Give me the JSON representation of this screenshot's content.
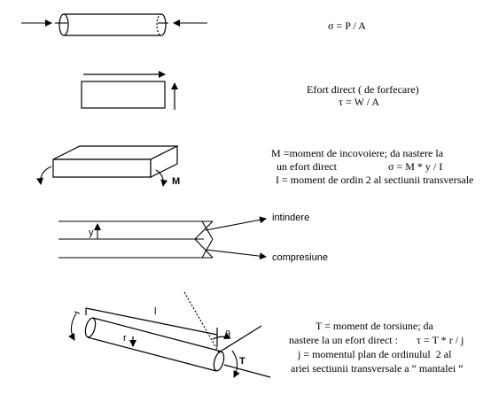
{
  "axial": {
    "formula": "σ = P / A"
  },
  "shear": {
    "title": "Efort direct ( de forfecare)",
    "formula": "τ = W / A"
  },
  "bending": {
    "line1": "M =moment de incovoiere; da nastere la",
    "line2_text": "un efort direct",
    "line2_formula": "σ = M * y / I",
    "line3": "I = moment de ordin 2 al sectiunii transversale",
    "moment_label": "M"
  },
  "stress": {
    "y_label": "y",
    "tension_label": "intindere",
    "compression_label": "compresiune"
  },
  "torsion": {
    "line1": "T = moment de torsiune; da",
    "line2_text": "nastere la un efort direct :",
    "line2_formula": "τ = T * r / j",
    "line3": "j = momentul plan de ordinulul  2 al",
    "line4": "ariei sectiunii transversale a “ mantalei “",
    "l_label": "l",
    "r_label": "r",
    "theta_label": "θ",
    "T_label": "T"
  }
}
